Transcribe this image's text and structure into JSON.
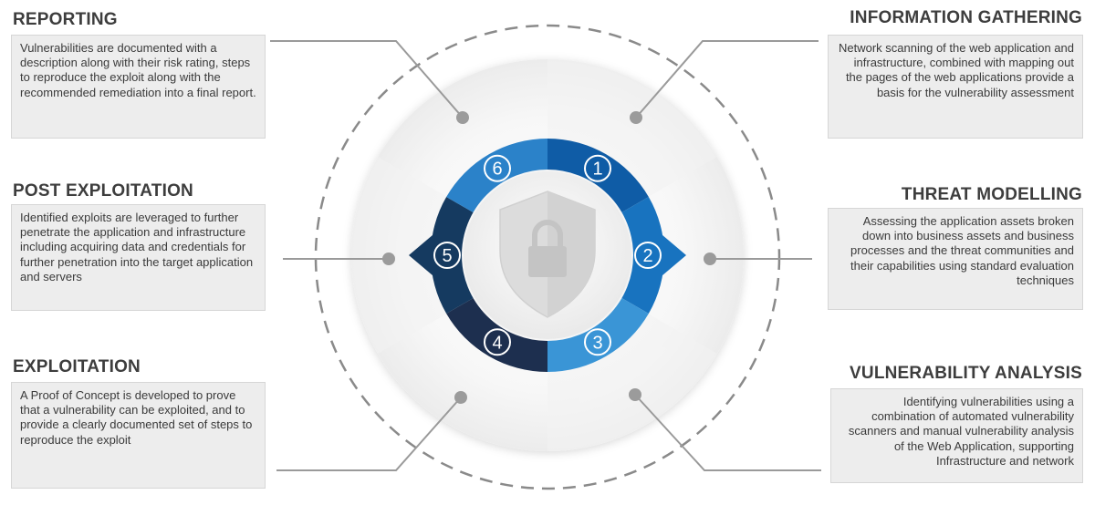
{
  "steps": [
    {
      "number": "1",
      "title": "INFORMATION GATHERING",
      "description": "Network scanning of the web application and infrastructure, combined with mapping out the pages of the web applications provide a basis for the vulnerability  assessment",
      "color": "#0f5ca6"
    },
    {
      "number": "2",
      "title": "THREAT MODELLING",
      "description": "Assessing the application assets broken down into business assets and business processes and the threat communities and their capabilities using standard evaluation techniques",
      "color": "#1873bf"
    },
    {
      "number": "3",
      "title": "VULNERABILITY ANALYSIS",
      "description": "Identifying vulnerabilities  using a combination of automated vulnerability scanners and manual vulnerability analysis of the Web Application, supporting Infrastructure and network",
      "color": "#3a95d6"
    },
    {
      "number": "4",
      "title": "EXPLOITATION",
      "description": "A Proof of Concept is developed to prove that a vulnerability  can be exploited, and to provide a clearly documented set of steps to reproduce the exploit",
      "color": "#1d2f4f"
    },
    {
      "number": "5",
      "title": "POST EXPLOITATION",
      "description": "Identified exploits are leveraged to further penetrate the application and infrastructure including acquiring data and credentials for further penetration into the target application and servers",
      "color": "#153a60"
    },
    {
      "number": "6",
      "title": "REPORTING",
      "description": "Vulnerabilities  are documented with a description along with their risk rating, steps to reproduce the exploit along with the recommended remediation into a final report.",
      "color": "#2b82c9"
    }
  ],
  "center_icon": "shield-lock-icon"
}
